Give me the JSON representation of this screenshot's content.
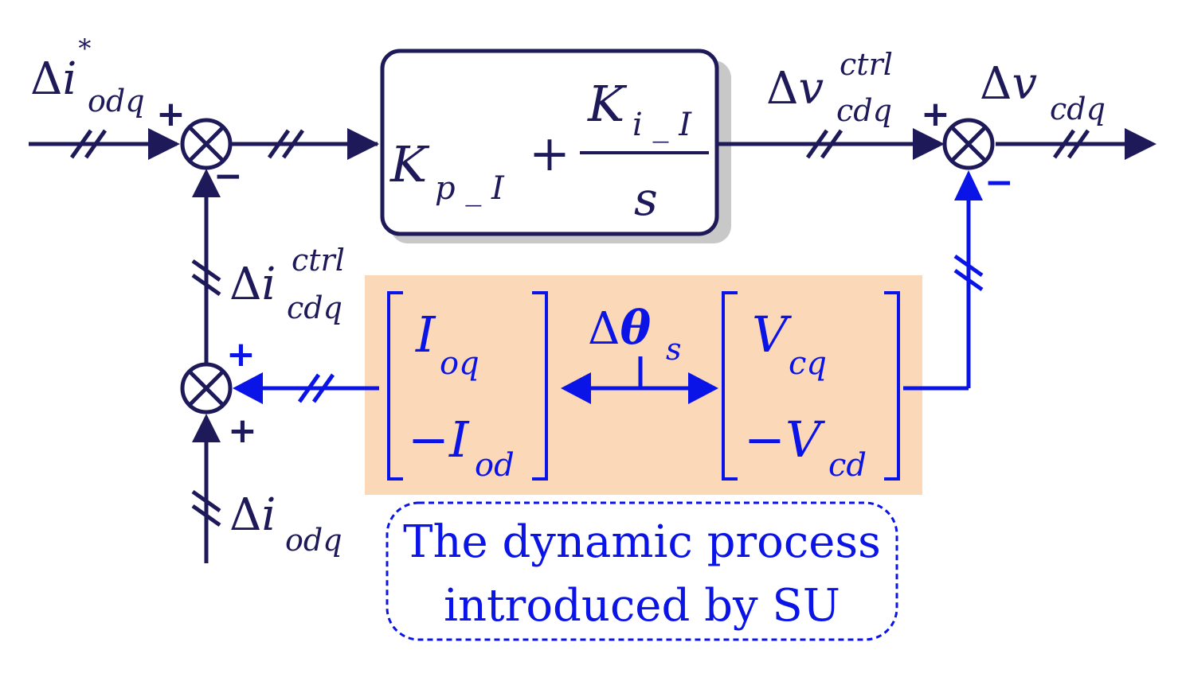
{
  "colors": {
    "main": "#1e1a5a",
    "accent": "#0a14e6",
    "highlight_fill": "#fbd8b8",
    "shadow": "#c8c8c8"
  },
  "signals": {
    "input_ref": {
      "delta": "Δ",
      "sym": "i",
      "sub": "odq",
      "sup": "*"
    },
    "input_meas": {
      "delta": "Δ",
      "sym": "i",
      "sub": "odq"
    },
    "ctrl_current": {
      "delta": "Δ",
      "sym": "i",
      "sub": "cdq",
      "sup": "ctrl"
    },
    "ctrl_voltage": {
      "delta": "Δ",
      "sym": "v",
      "sub": "cdq",
      "sup": "ctrl"
    },
    "output_voltage": {
      "delta": "Δ",
      "sym": "v",
      "sub": "cdq"
    }
  },
  "pi_block": {
    "kp": "K",
    "kp_sub": "p _ I",
    "plus": "+",
    "ki": "K",
    "ki_sub": "i _ I",
    "den": "s"
  },
  "su_block": {
    "angle_delta": "Δ",
    "angle_sym": "θ",
    "angle_sub": "s",
    "current_vector": [
      {
        "sym": "I",
        "sub": "oq"
      },
      {
        "sym": "−I",
        "sub": "od"
      }
    ],
    "voltage_vector": [
      {
        "sym": "V",
        "sub": "cq"
      },
      {
        "sym": "−V",
        "sub": "cd"
      }
    ],
    "caption_line1": "The dynamic process",
    "caption_line2": "introduced by SU"
  },
  "summing_signs": {
    "sum1_plus": "+",
    "sum1_minus": "−",
    "sum2_plus": "+",
    "sum2_minus": "−",
    "sum3_top_plus": "+",
    "sum3_bottom_plus": "+"
  }
}
